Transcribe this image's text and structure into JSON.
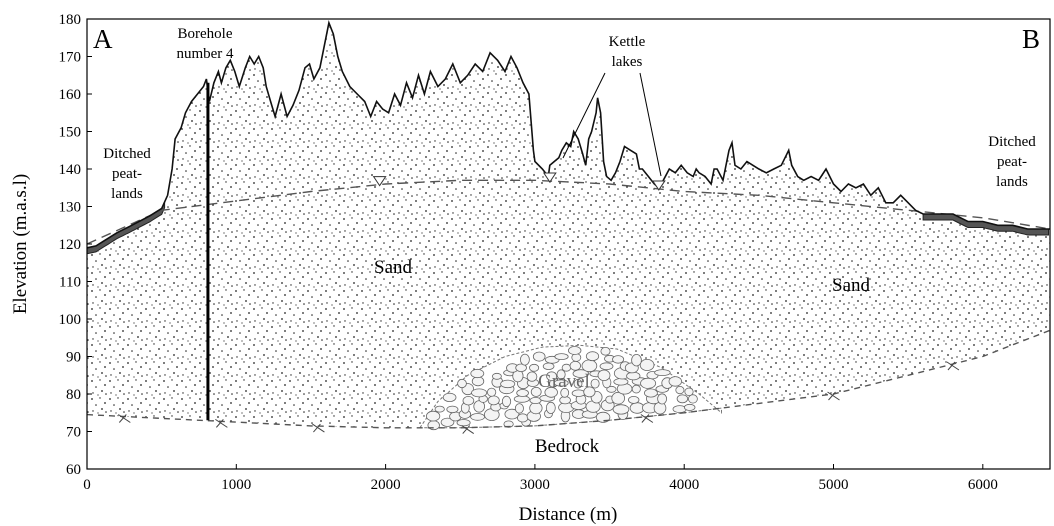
{
  "title": "",
  "corner_labels": {
    "left": "A",
    "right": "B"
  },
  "axes": {
    "xlabel": "Distance (m)",
    "ylabel": "Elevation (m.a.s.l)",
    "xlim": [
      0,
      6450
    ],
    "ylim": [
      60,
      180
    ],
    "x_ticks": [
      "0",
      "1000",
      "2000",
      "3000",
      "4000",
      "5000",
      "6000"
    ],
    "y_ticks": [
      "60",
      "70",
      "80",
      "90",
      "100",
      "110",
      "120",
      "130",
      "140",
      "150",
      "160",
      "170",
      "180"
    ]
  },
  "annotations": {
    "borehole": [
      "Borehole",
      "number 4"
    ],
    "kettle_lakes": [
      "Kettle",
      "lakes"
    ],
    "peat_left": [
      "Ditched",
      "peat-",
      "lands"
    ],
    "peat_right": [
      "Ditched",
      "peat-",
      "lands"
    ]
  },
  "units": {
    "sand": "Sand",
    "gravel": "Gravel",
    "bedrock": "Bedrock"
  },
  "colors": {
    "peat": "#555555",
    "gravel_outline": "#777777",
    "water_table": "#555555"
  },
  "profile": {
    "surface": [
      [
        0,
        119
      ],
      [
        60,
        119.5
      ],
      [
        120,
        121
      ],
      [
        200,
        123
      ],
      [
        300,
        125
      ],
      [
        420,
        127.5
      ],
      [
        500,
        129.5
      ],
      [
        540,
        133
      ],
      [
        570,
        140
      ],
      [
        590,
        148
      ],
      [
        630,
        151
      ],
      [
        660,
        155
      ],
      [
        700,
        158
      ],
      [
        740,
        160
      ],
      [
        780,
        162
      ],
      [
        800,
        164
      ],
      [
        820,
        158
      ],
      [
        850,
        163
      ],
      [
        880,
        166
      ],
      [
        900,
        163
      ],
      [
        930,
        167
      ],
      [
        960,
        169
      ],
      [
        990,
        166
      ],
      [
        1020,
        162
      ],
      [
        1060,
        167
      ],
      [
        1090,
        170
      ],
      [
        1120,
        168
      ],
      [
        1150,
        170
      ],
      [
        1180,
        167
      ],
      [
        1200,
        162
      ],
      [
        1230,
        158
      ],
      [
        1260,
        154
      ],
      [
        1300,
        160
      ],
      [
        1340,
        154
      ],
      [
        1380,
        157
      ],
      [
        1420,
        161
      ],
      [
        1460,
        167
      ],
      [
        1490,
        168
      ],
      [
        1520,
        164
      ],
      [
        1560,
        167
      ],
      [
        1600,
        175
      ],
      [
        1620,
        179
      ],
      [
        1650,
        176
      ],
      [
        1680,
        170
      ],
      [
        1710,
        166
      ],
      [
        1760,
        162
      ],
      [
        1810,
        160
      ],
      [
        1860,
        158
      ],
      [
        1900,
        154
      ],
      [
        1940,
        158
      ],
      [
        1980,
        156
      ],
      [
        2020,
        155
      ],
      [
        2060,
        160
      ],
      [
        2100,
        157
      ],
      [
        2140,
        163
      ],
      [
        2180,
        159
      ],
      [
        2220,
        165
      ],
      [
        2260,
        160
      ],
      [
        2300,
        166
      ],
      [
        2350,
        162
      ],
      [
        2400,
        164
      ],
      [
        2450,
        168
      ],
      [
        2500,
        163
      ],
      [
        2550,
        165
      ],
      [
        2600,
        168
      ],
      [
        2650,
        166
      ],
      [
        2700,
        171
      ],
      [
        2750,
        169
      ],
      [
        2800,
        166
      ],
      [
        2840,
        170
      ],
      [
        2880,
        167
      ],
      [
        2920,
        163
      ],
      [
        2960,
        160
      ],
      [
        2990,
        145
      ],
      [
        3000,
        142
      ],
      [
        3050,
        140
      ],
      [
        3090,
        138
      ],
      [
        3100,
        141
      ],
      [
        3130,
        142
      ],
      [
        3160,
        143
      ],
      [
        3180,
        145
      ],
      [
        3210,
        147
      ],
      [
        3240,
        146
      ],
      [
        3260,
        150
      ],
      [
        3290,
        148
      ],
      [
        3320,
        144
      ],
      [
        3340,
        141
      ],
      [
        3360,
        148
      ],
      [
        3380,
        150
      ],
      [
        3410,
        155
      ],
      [
        3420,
        159
      ],
      [
        3440,
        155
      ],
      [
        3460,
        142
      ],
      [
        3480,
        138
      ],
      [
        3510,
        137
      ],
      [
        3540,
        139
      ],
      [
        3570,
        142
      ],
      [
        3600,
        146
      ],
      [
        3640,
        145
      ],
      [
        3680,
        144
      ],
      [
        3700,
        140
      ],
      [
        3720,
        140
      ],
      [
        3760,
        138
      ],
      [
        3800,
        136
      ],
      [
        3830,
        135
      ],
      [
        3860,
        137
      ],
      [
        3900,
        140
      ],
      [
        3940,
        139
      ],
      [
        3980,
        141
      ],
      [
        4020,
        139
      ],
      [
        4060,
        138
      ],
      [
        4080,
        140
      ],
      [
        4100,
        139
      ],
      [
        4140,
        138
      ],
      [
        4180,
        136
      ],
      [
        4200,
        140
      ],
      [
        4220,
        140
      ],
      [
        4260,
        137
      ],
      [
        4300,
        145
      ],
      [
        4320,
        147
      ],
      [
        4340,
        141
      ],
      [
        4380,
        140
      ],
      [
        4420,
        142
      ],
      [
        4460,
        141
      ],
      [
        4500,
        140
      ],
      [
        4550,
        139
      ],
      [
        4600,
        140
      ],
      [
        4650,
        141
      ],
      [
        4700,
        145
      ],
      [
        4720,
        141
      ],
      [
        4760,
        138
      ],
      [
        4800,
        137
      ],
      [
        4850,
        138
      ],
      [
        4900,
        137
      ],
      [
        4950,
        140
      ],
      [
        5000,
        136
      ],
      [
        5050,
        134
      ],
      [
        5100,
        136
      ],
      [
        5150,
        135
      ],
      [
        5200,
        136
      ],
      [
        5250,
        133
      ],
      [
        5300,
        135
      ],
      [
        5350,
        131
      ],
      [
        5400,
        131
      ],
      [
        5450,
        133
      ],
      [
        5500,
        131
      ],
      [
        5550,
        129
      ],
      [
        5600,
        128
      ],
      [
        5700,
        128
      ],
      [
        5800,
        128
      ],
      [
        5900,
        126
      ],
      [
        6000,
        126
      ],
      [
        6100,
        125
      ],
      [
        6200,
        125
      ],
      [
        6300,
        124
      ],
      [
        6450,
        124
      ]
    ],
    "water_table": [
      [
        0,
        120
      ],
      [
        500,
        129
      ],
      [
        1000,
        131.5
      ],
      [
        1500,
        134
      ],
      [
        2000,
        136
      ],
      [
        2500,
        137
      ],
      [
        3000,
        137
      ],
      [
        3500,
        136
      ],
      [
        4000,
        134
      ],
      [
        4500,
        133
      ],
      [
        5000,
        131
      ],
      [
        5500,
        129
      ],
      [
        6000,
        127
      ],
      [
        6450,
        124
      ]
    ],
    "bedrock": [
      [
        0,
        74.5
      ],
      [
        500,
        73.5
      ],
      [
        1000,
        72.5
      ],
      [
        1500,
        71.5
      ],
      [
        2000,
        71
      ],
      [
        2500,
        71
      ],
      [
        3000,
        71.5
      ],
      [
        3500,
        73
      ],
      [
        4000,
        75
      ],
      [
        4500,
        77.5
      ],
      [
        5000,
        80
      ],
      [
        5500,
        85
      ],
      [
        6000,
        90
      ],
      [
        6450,
        97
      ]
    ],
    "gravel_lens": [
      [
        2230,
        71
      ],
      [
        2350,
        78
      ],
      [
        2550,
        85
      ],
      [
        2800,
        90
      ],
      [
        3050,
        92.5
      ],
      [
        3300,
        93
      ],
      [
        3550,
        92
      ],
      [
        3850,
        87
      ],
      [
        4100,
        80
      ],
      [
        4250,
        75
      ]
    ]
  }
}
